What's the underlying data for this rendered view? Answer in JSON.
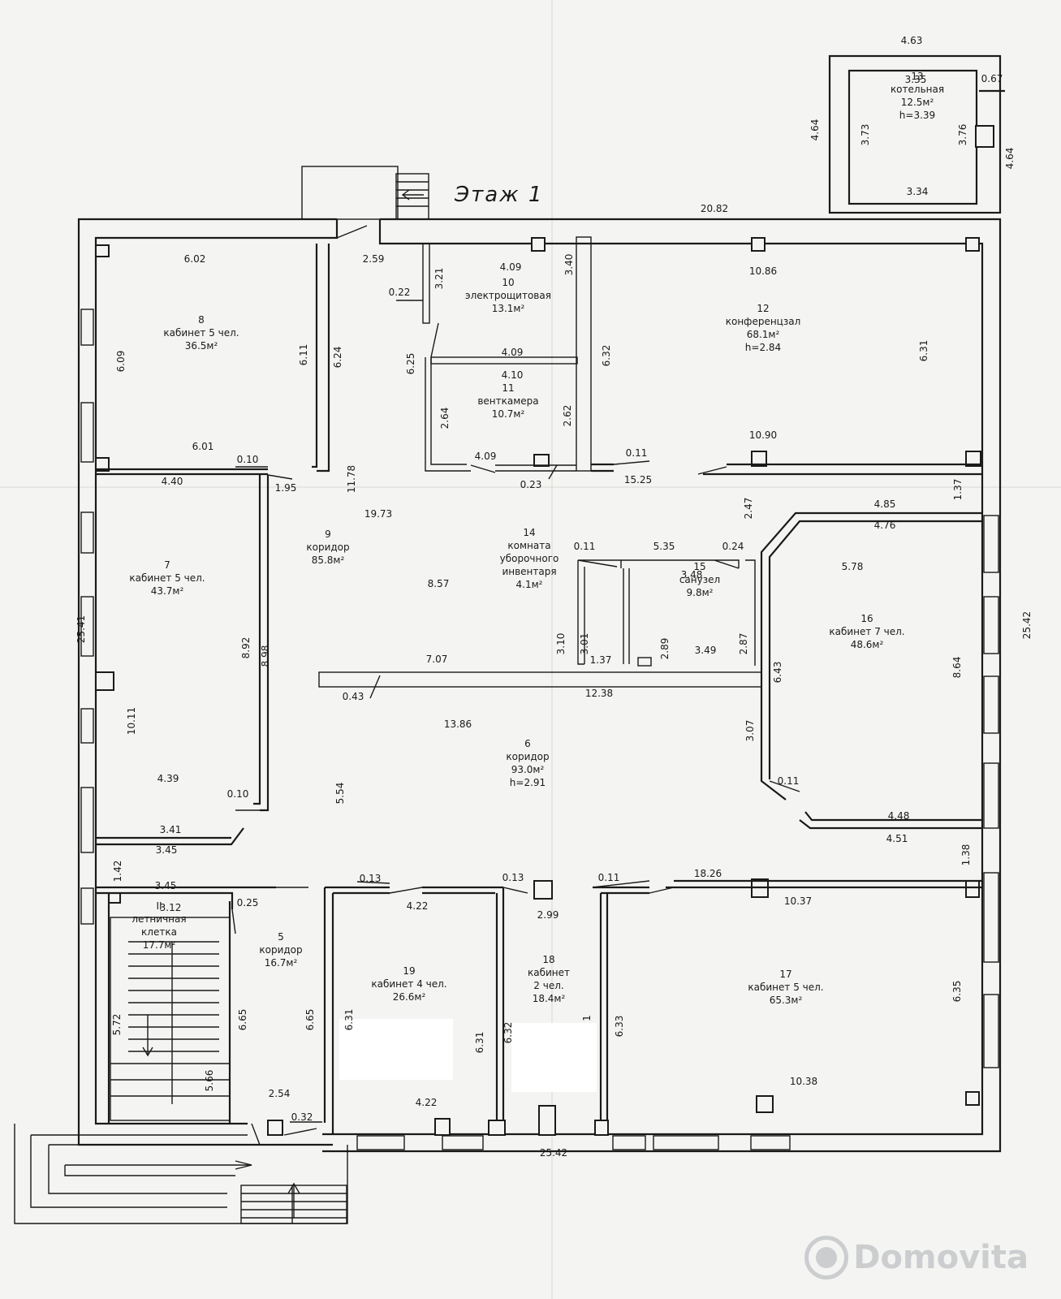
{
  "plan": {
    "title": "Этаж 1",
    "watermark": "Domovita",
    "rooms": [
      {
        "id": "r8",
        "lines": [
          "8",
          "кабинет 5 чел.",
          "36.5м²"
        ]
      },
      {
        "id": "r10",
        "lines": [
          "10",
          "электрощитовая",
          "13.1м²"
        ]
      },
      {
        "id": "r11",
        "lines": [
          "11",
          "венткамера",
          "10.7м²"
        ]
      },
      {
        "id": "r12",
        "lines": [
          "12",
          "конференцзал",
          "68.1м²",
          "h=2.84"
        ]
      },
      {
        "id": "r13",
        "lines": [
          "13",
          "котельная",
          "12.5м²",
          "h=3.39"
        ]
      },
      {
        "id": "r9",
        "lines": [
          "9",
          "коридор",
          "85.8м²"
        ]
      },
      {
        "id": "r14",
        "lines": [
          "14",
          "комната",
          "уборочного",
          "инвентаря",
          "4.1м²"
        ]
      },
      {
        "id": "r15",
        "lines": [
          "15",
          "санузел",
          "9.8м²"
        ]
      },
      {
        "id": "r7",
        "lines": [
          "7",
          "кабинет 5 чел.",
          "43.7м²"
        ]
      },
      {
        "id": "r16",
        "lines": [
          "16",
          "кабинет 7 чел.",
          "48.6м²"
        ]
      },
      {
        "id": "r6",
        "lines": [
          "6",
          "коридор",
          "93.0м²",
          "h=2.91"
        ]
      },
      {
        "id": "r11s",
        "lines": [
          "II",
          "летничная",
          "клетка",
          "17.7м²"
        ]
      },
      {
        "id": "r5",
        "lines": [
          "5",
          "коридор",
          "16.7м²"
        ]
      },
      {
        "id": "r19",
        "lines": [
          "19",
          "кабинет 4 чел.",
          "26.6м²"
        ]
      },
      {
        "id": "r18",
        "lines": [
          "18",
          "кабинет",
          "2 чел.",
          "18.4м²"
        ]
      },
      {
        "id": "r17",
        "lines": [
          "17",
          "кабинет 5 чел.",
          "65.3м²"
        ]
      }
    ],
    "dims": [
      "4.63",
      "3.35",
      "0.67",
      "4.64",
      "3.73",
      "3.76",
      "4.64",
      "3.34",
      "20.82",
      "6.02",
      "2.59",
      "0.22",
      "3.21",
      "4.09",
      "3.40",
      "10.86",
      "6.09",
      "6.11",
      "6.24",
      "6.25",
      "4.09",
      "4.10",
      "6.32",
      "6.31",
      "2.64",
      "2.62",
      "6.01",
      "0.10",
      "4.09",
      "0.11",
      "10.90",
      "4.40",
      "1.95",
      "11.78",
      "0.23",
      "15.25",
      "1.37",
      "19.73",
      "2.47",
      "4.85",
      "4.76",
      "0.11",
      "5.35",
      "0.24",
      "3.48",
      "5.78",
      "25.41",
      "8.57",
      "3.10",
      "3.01",
      "1.37",
      "2.89",
      "3.49",
      "2.87",
      "6.43",
      "8.64",
      "25.42",
      "8.92",
      "8.98",
      "7.07",
      "0.43",
      "12.38",
      "13.86",
      "3.07",
      "10.11",
      "4.39",
      "0.10",
      "5.54",
      "0.11",
      "4.48",
      "3.41",
      "3.45",
      "4.51",
      "1.42",
      "1.38",
      "3.45",
      "0.13",
      "0.13",
      "0.11",
      "18.26",
      "4.22",
      "10.37",
      "3.12",
      "0.25",
      "2.99",
      "6.35",
      "6.65",
      "6.65",
      "6.31",
      "6.31",
      "6.32",
      "6.33",
      "1",
      "5.72",
      "5.66",
      "2.54",
      "4.22",
      "10.38",
      "0.32",
      "25.42"
    ]
  }
}
